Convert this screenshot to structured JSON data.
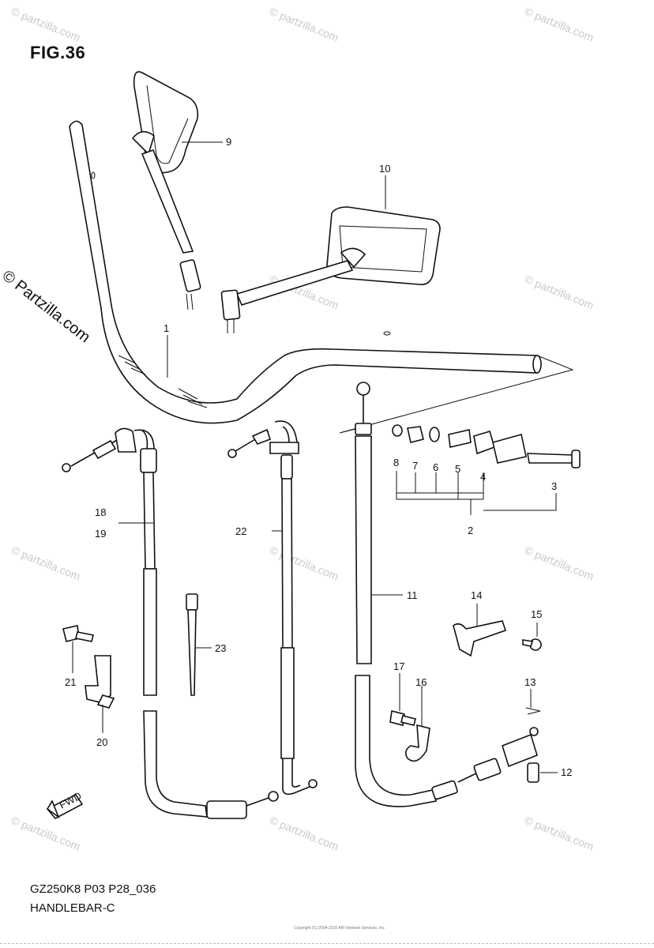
{
  "figure": {
    "title": "FIG.36",
    "code": "GZ250K8 P03 P28_036",
    "caption": "HANDLEBAR-C",
    "fwd_label": "FWD"
  },
  "watermarks": {
    "main": "© Partzilla.com",
    "repeat": "© partzilla.com"
  },
  "footer_note": "Copyright (C) 2004-2016 ARI Network Services, Inc.",
  "callouts": [
    "1",
    "2",
    "3",
    "4",
    "5",
    "6",
    "7",
    "8",
    "9",
    "10",
    "11",
    "12",
    "13",
    "14",
    "15",
    "16",
    "17",
    "18",
    "19",
    "20",
    "21",
    "22",
    "23"
  ]
}
